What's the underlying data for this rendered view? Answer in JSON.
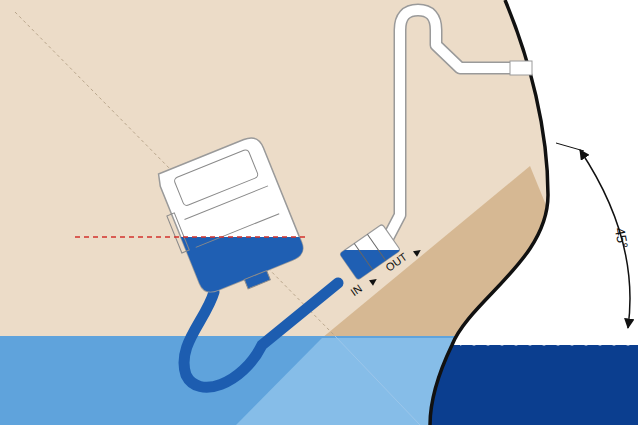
{
  "diagram": {
    "labels": [
      "IN",
      "OUT",
      "45°"
    ]
  }
}
